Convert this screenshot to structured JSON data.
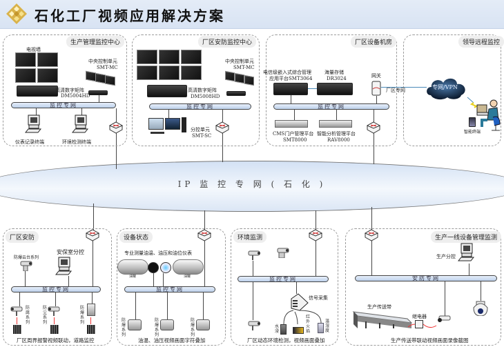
{
  "header": {
    "title": "石化工厂视频应用解决方案",
    "logo_icon": "gold-diamond-logo-icon"
  },
  "backbone": {
    "label": "IP 监 控 专 网 ( 石 化 )"
  },
  "zones": {
    "production_center": {
      "label": "生产管理监控中心",
      "video_wall": "电视墙",
      "central_unit": "中央控制单元",
      "central_unit_model": "SMT-MC",
      "matrix": "高清数字矩阵",
      "matrix_model": "DM5004HD",
      "bus_label": "监控专网",
      "terminal_1": "仪表记录终端",
      "terminal_2": "环境检测终端"
    },
    "security_center": {
      "label": "厂区安防监控中心",
      "central_unit": "中央控制单元",
      "central_unit_model": "SMT-MC",
      "matrix": "高清数字矩阵",
      "matrix_model": "DM5008HD",
      "bus_label": "监控专网",
      "sub_control": "分控单元",
      "sub_control_model": "SMT-SC"
    },
    "equipment_room": {
      "label": "厂区设备机房",
      "mgmt_platform": "电信级嵌入式综合管理",
      "mgmt_platform_2": "应用平台SMT3064",
      "storage": "海量存储",
      "storage_model": "DR3024",
      "gateway": "网关",
      "bus_label": "监控专网",
      "cms": "CMS门户管理平台",
      "cms_model": "SMT8000",
      "analysis": "智能分析管理平台",
      "analysis_model": "RAV8000",
      "link_label": "厂区专网"
    },
    "remote": {
      "label": "领导远程监控",
      "cloud_label": "专网/VPN",
      "smart_terminal": "智能终端"
    },
    "plant_security": {
      "label": "厂区安防",
      "ptz_series": "防爆云台系列",
      "security_room": "安保室分控",
      "bus_label": "监控专网",
      "cam_1": "防腐系列",
      "cam_2": "防尘系列",
      "cam_3": "防爆系列",
      "caption": "厂区周界报警视频联动，道路监控"
    },
    "equipment_status": {
      "label": "设备状态",
      "instruments": "专业测量油温、油压和油位仪表",
      "tank_1": "油罐",
      "tank_2": "油罐",
      "bus_label": "监控专网",
      "cam_1": "防爆系列",
      "cam_2": "防爆系列",
      "cam_3": "防爆系列",
      "caption": "油温、油压视频画面字符叠加"
    },
    "environment": {
      "label": "环境监测",
      "bus_label": "监控专网",
      "signal": "信号采集",
      "sensor_1": "水浸",
      "sensor_2": "红外火焰",
      "sensor_3": "温湿度",
      "caption": "厂区动态环境检测，视频画面叠加"
    },
    "production_line": {
      "label": "生产一线设备管理监测",
      "sub_control": "生产分控",
      "bus_label": "安防专网",
      "conveyor": "生产传送带",
      "relay": "继电器",
      "caption": "生产传送带联动视频画面录像截图"
    }
  }
}
